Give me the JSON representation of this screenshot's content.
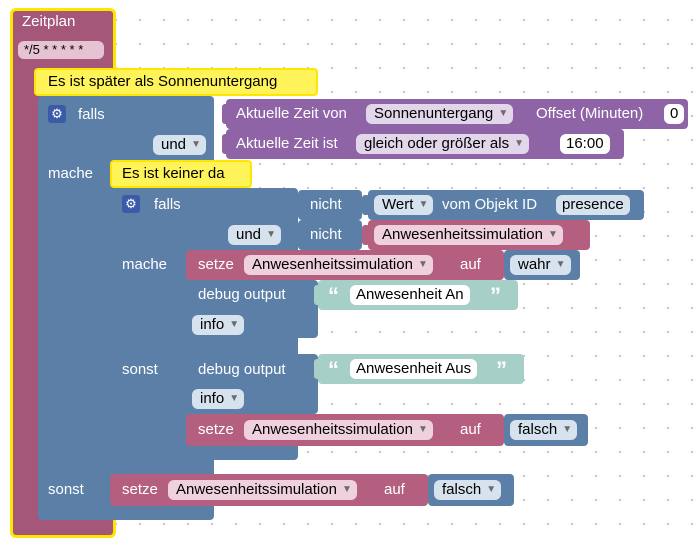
{
  "schedule": {
    "title": "Zeitplan",
    "cron": "*/5 * * * * *"
  },
  "comment1": "Es ist später als Sonnenuntergang",
  "outer_if": {
    "if_label": "falls",
    "cond1": {
      "label": "Aktuelle Zeit von",
      "event": "Sonnenuntergang",
      "offset_label": "Offset (Minuten)",
      "offset": "0"
    },
    "and_label": "und",
    "cond2": {
      "label": "Aktuelle Zeit ist",
      "op": "gleich oder größer als",
      "time": "16:00"
    },
    "do_label": "mache",
    "else_label": "sonst"
  },
  "comment2": "Es ist keiner da",
  "inner_if": {
    "if_label": "falls",
    "not1": "nicht",
    "value_dd": "Wert",
    "object_label": "vom Objekt ID",
    "object_id": "presence",
    "and_label": "und",
    "not2": "nicht",
    "var": "Anwesenheitssimulation",
    "do_label": "mache",
    "else_label": "sonst"
  },
  "do_set": {
    "label": "setze",
    "var": "Anwesenheitssimulation",
    "to": "auf",
    "value": "wahr"
  },
  "do_debug": {
    "label": "debug output",
    "text": "Anwesenheit An",
    "level": "info"
  },
  "else_debug": {
    "label": "debug output",
    "text": "Anwesenheit Aus",
    "level": "info"
  },
  "else_set": {
    "label": "setze",
    "var": "Anwesenheitssimulation",
    "to": "auf",
    "value": "falsch"
  },
  "outer_else_set": {
    "label": "setze",
    "var": "Anwesenheitssimulation",
    "to": "auf",
    "value": "falsch"
  },
  "icons": {
    "gear": "gear-icon",
    "dropdown": "chevron-down-icon",
    "quote_open": "open-quote-icon",
    "quote_close": "close-quote-icon"
  },
  "colors": {
    "schedule": "#a5577a",
    "control": "#5b7fa6",
    "time": "#8e64a6",
    "comment": "#fff35a",
    "variable": "#b45f7f",
    "string": "#a6cfc7"
  }
}
